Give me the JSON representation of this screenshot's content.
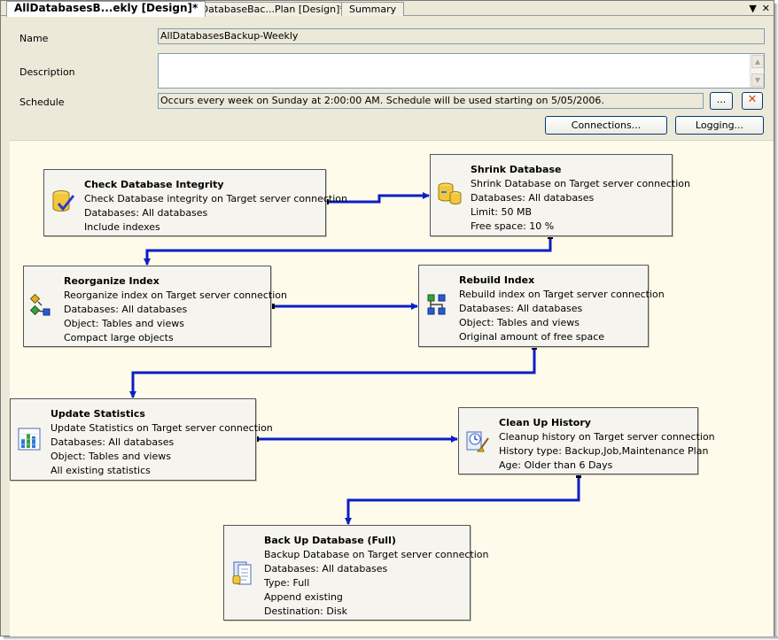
{
  "tabs": [
    {
      "label": "AllDatabasesB...ekly [Design]*",
      "active": true
    },
    {
      "label": "AllDatabaseBac...Plan [Design]*",
      "active": false
    },
    {
      "label": "Summary",
      "active": false
    }
  ],
  "tab_tools": {
    "dropdown_glyph": "▼",
    "close_glyph": "✕"
  },
  "properties": {
    "name_label": "Name",
    "name_value": "AllDatabasesBackup-Weekly",
    "description_label": "Description",
    "description_value": "",
    "schedule_label": "Schedule",
    "schedule_value": "Occurs every week on Sunday at 2:00:00 AM. Schedule will be used starting on 5/05/2006.",
    "schedule_browse_label": "...",
    "schedule_remove_glyph": "✕",
    "connections_label": "Connections...",
    "logging_label": "Logging..."
  },
  "tasks": {
    "check_integrity": {
      "icon": "database-check-icon",
      "title": "Check Database Integrity",
      "lines": [
        "Check Database integrity on Target server connection",
        "Databases: All databases",
        "Include indexes"
      ]
    },
    "shrink": {
      "icon": "database-shrink-icon",
      "title": "Shrink Database",
      "lines": [
        "Shrink Database on Target server connection",
        "Databases: All databases",
        "Limit: 50 MB",
        "Free space: 10 %"
      ]
    },
    "reorganize": {
      "icon": "reorganize-index-icon",
      "title": "Reorganize Index",
      "lines": [
        "Reorganize index on Target server connection",
        "Databases: All databases",
        "Object: Tables and views",
        "Compact large objects"
      ]
    },
    "rebuild": {
      "icon": "rebuild-index-icon",
      "title": "Rebuild Index",
      "lines": [
        "Rebuild index on Target server connection",
        "Databases: All databases",
        "Object: Tables and views",
        "Original amount of free space"
      ]
    },
    "update_stats": {
      "icon": "statistics-chart-icon",
      "title": "Update Statistics",
      "lines": [
        "Update Statistics on Target server connection",
        "Databases: All databases",
        "Object: Tables and views",
        "All existing statistics"
      ]
    },
    "cleanup": {
      "icon": "cleanup-history-icon",
      "title": "Clean Up History",
      "lines": [
        "Cleanup history on Target server connection",
        "History type: Backup,Job,Maintenance Plan",
        "Age: Older than 6 Days"
      ]
    },
    "backup": {
      "icon": "backup-database-icon",
      "title": "Back Up Database (Full)",
      "lines": [
        "Backup Database on Target server connection",
        "Databases: All databases",
        "Type: Full",
        "Append existing",
        "Destination: Disk"
      ]
    }
  },
  "colors": {
    "connector": "#0a1ec8",
    "canvas": "#fffbeb",
    "task_bg": "#f5f4ef"
  }
}
